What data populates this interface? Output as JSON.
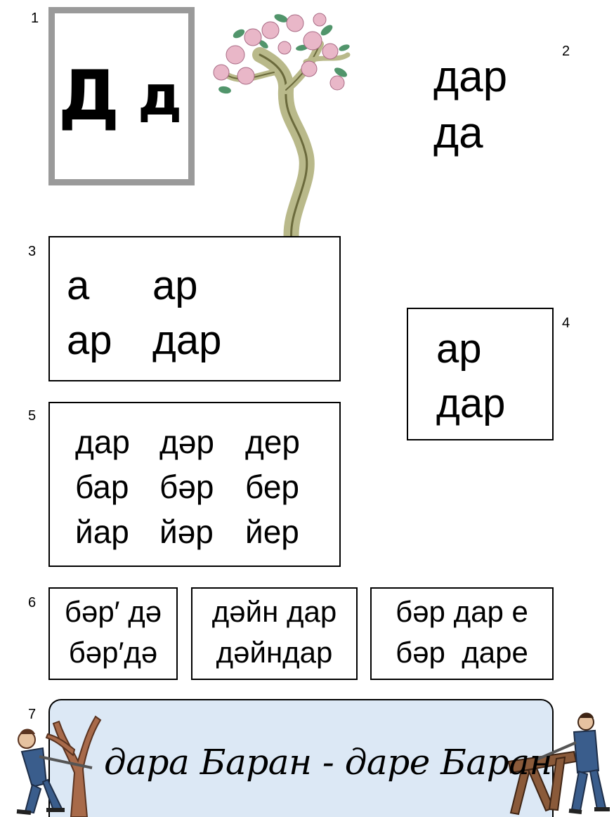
{
  "numbers": [
    "1",
    "2",
    "3",
    "4",
    "5",
    "6",
    "7"
  ],
  "letter_card": {
    "upper": "Д",
    "lower": "д"
  },
  "section2": {
    "words": [
      "дар",
      "да"
    ]
  },
  "section3": {
    "rows": [
      [
        "а",
        "ар"
      ],
      [
        "ар",
        "дар"
      ]
    ]
  },
  "section4": {
    "words": [
      "ар",
      "дар"
    ]
  },
  "section5": {
    "rows": [
      [
        "дар",
        "дәр",
        "дер"
      ],
      [
        "бар",
        "бәр",
        "бер"
      ],
      [
        "йар",
        "йәр",
        "йер"
      ]
    ]
  },
  "section6": {
    "boxes": [
      {
        "line1": "бәр′ дә",
        "line2": "бәр′дә"
      },
      {
        "line1": "дәйн дар",
        "line2": "дәйндар"
      },
      {
        "line1": "бәр дар е",
        "line2": "бәр  даре"
      }
    ]
  },
  "section7": {
    "text": "дара Баран - даре Баран"
  }
}
